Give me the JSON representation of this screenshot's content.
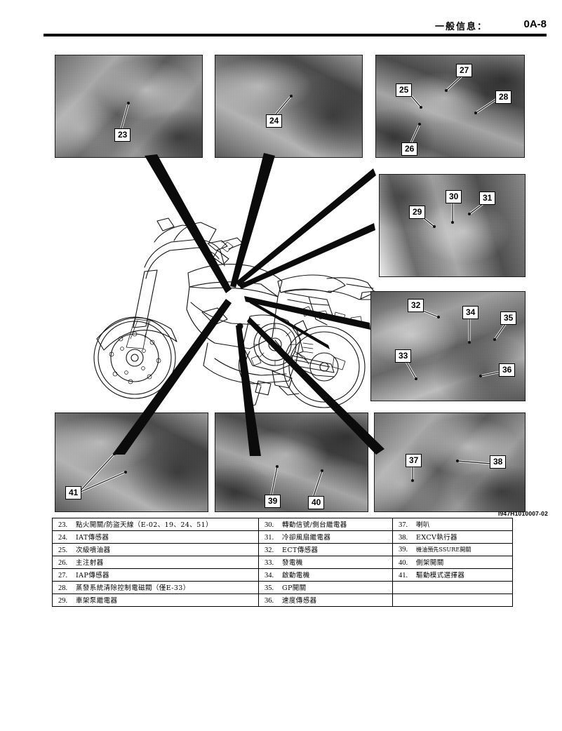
{
  "header": {
    "title": "一般信息：",
    "page_number": "0A-8"
  },
  "figure": {
    "reference_code": "I947H1010007-02",
    "panels": [
      {
        "id": "panel-ignition-switch",
        "callouts": [
          "23"
        ]
      },
      {
        "id": "panel-iat-sensor",
        "callouts": [
          "24"
        ]
      },
      {
        "id": "panel-injectors",
        "callouts": [
          "25",
          "26",
          "27",
          "28"
        ]
      },
      {
        "id": "panel-relays",
        "callouts": [
          "29",
          "30",
          "31"
        ]
      },
      {
        "id": "panel-engine-sensors",
        "callouts": [
          "32",
          "33",
          "34",
          "35",
          "36"
        ]
      },
      {
        "id": "panel-handlebar-switch",
        "callouts": [
          "41"
        ]
      },
      {
        "id": "panel-oil-pressure-sidestand",
        "callouts": [
          "39",
          "40"
        ]
      },
      {
        "id": "panel-horn-excv",
        "callouts": [
          "37",
          "38"
        ]
      }
    ],
    "callout_labels": {
      "c23": "23",
      "c24": "24",
      "c25": "25",
      "c26": "26",
      "c27": "27",
      "c28": "28",
      "c29": "29",
      "c30": "30",
      "c31": "31",
      "c32": "32",
      "c33": "33",
      "c34": "34",
      "c35": "35",
      "c36": "36",
      "c37": "37",
      "c38": "38",
      "c39": "39",
      "c40": "40",
      "c41": "41"
    }
  },
  "legend": {
    "column_a": [
      {
        "num": "23.",
        "text": "點火開關/防盜天線（E-02、19、24、51）"
      },
      {
        "num": "24.",
        "text": "IAT傳感器"
      },
      {
        "num": "25.",
        "text": "次級噴油器"
      },
      {
        "num": "26.",
        "text": "主注射器"
      },
      {
        "num": "27.",
        "text": "IAP傳感器"
      },
      {
        "num": "28.",
        "text": "蒸發系統清除控制電磁閥（僅E-33）"
      },
      {
        "num": "29.",
        "text": "車架泵繼電器"
      }
    ],
    "column_b": [
      {
        "num": "30.",
        "text": "轉動信號/側台繼電器"
      },
      {
        "num": "31.",
        "text": "冷卻風扇繼電器"
      },
      {
        "num": "32.",
        "text": "ECT傳感器"
      },
      {
        "num": "33.",
        "text": "發電機"
      },
      {
        "num": "34.",
        "text": "啟動電機"
      },
      {
        "num": "35.",
        "text": "GP開關"
      },
      {
        "num": "36.",
        "text": "速度傳感器"
      }
    ],
    "column_c": [
      {
        "num": "37.",
        "text": "喇叭"
      },
      {
        "num": "38.",
        "text": "EXCV執行器"
      },
      {
        "num": "39.",
        "text": "機油預先SSURE開關"
      },
      {
        "num": "40.",
        "text": "側架開關"
      },
      {
        "num": "41.",
        "text": "驅動模式選擇器"
      },
      {
        "num": "",
        "text": ""
      },
      {
        "num": "",
        "text": ""
      }
    ]
  }
}
